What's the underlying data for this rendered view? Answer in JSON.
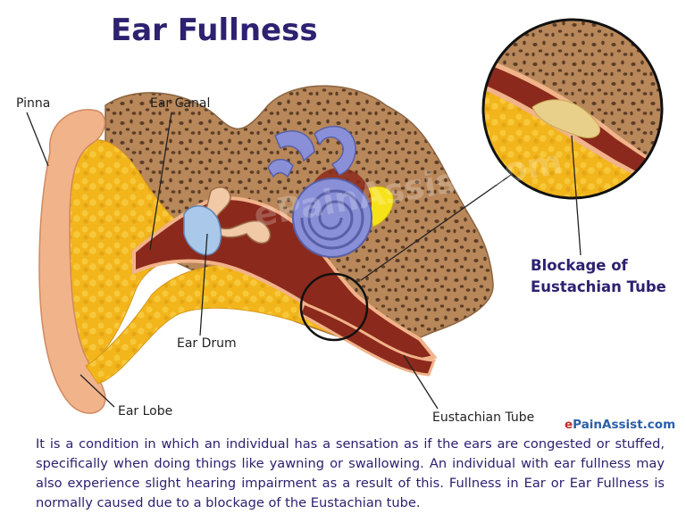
{
  "title": "Ear Fullness",
  "labels": {
    "pinna": "Pinna",
    "ear_canal": "Ear Canal",
    "ear_drum": "Ear Drum",
    "ear_lobe": "Ear Lobe",
    "eustachian_tube": "Eustachian Tube"
  },
  "callout": {
    "line1": "Blockage of",
    "line2": "Eustachian Tube"
  },
  "watermark": "ePainAssist.com",
  "brand": {
    "prefix": "e",
    "rest": "PainAssist.com"
  },
  "description": "It is a condition in which an individual has a sensation as if the ears are congested or stuffed, specifically when doing things like yawning or swallowing. An individual with ear fullness may also experience slight hearing impairment as a result of this. Fullness in Ear or Ear Fullness is normally caused due to a blockage of the Eustachian tube.",
  "colors": {
    "title": "#2d2170",
    "bone": "#b8875a",
    "fat": "#f2b51c",
    "canal": "#8b2a1c",
    "skin": "#f1b38a",
    "inner_ear": "#8a90d8"
  }
}
